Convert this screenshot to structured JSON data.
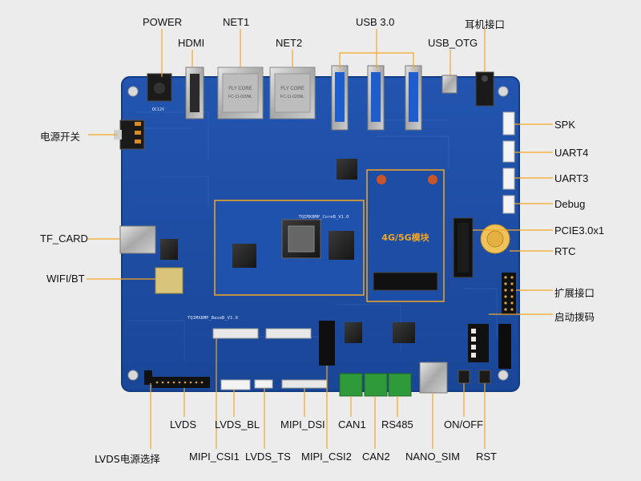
{
  "labels": {
    "power": "POWER",
    "hdmi": "HDMI",
    "net1": "NET1",
    "net2": "NET2",
    "usb3": "USB 3.0",
    "usb_otg": "USB_OTG",
    "earphone": "耳机接口",
    "power_switch": "电源开关",
    "spk": "SPK",
    "uart4": "UART4",
    "uart3": "UART3",
    "debug": "Debug",
    "tf_card": "TF_CARD",
    "wifi_bt": "WIFI/BT",
    "pcie": "PCIE3.0x1",
    "rtc": "RTC",
    "expansion": "扩展接口",
    "boot_dip": "启动拨码",
    "lvds": "LVDS",
    "lvds_bl": "LVDS_BL",
    "mipi_dsi": "MIPI_DSI",
    "can1": "CAN1",
    "rs485": "RS485",
    "on_off": "ON/OFF",
    "lvds_power_select": "LVDS电源选择",
    "mipi_csi1": "MIPI_CSI1",
    "lvds_ts": "LVDS_TS",
    "mipi_csi2": "MIPI_CSI2",
    "can2": "CAN2",
    "nano_sim": "NANO_SIM",
    "rst": "RST"
  },
  "board": {
    "module_label": "4G/5G模块",
    "core_silkscreen": "TQIMX8MP_CoreB_V1.0",
    "base_silkscreen": "TQIMX8MP_BaseB_V1.0",
    "dc_marking": "DC12V",
    "net_jack_text": "FLY CORE",
    "net_jack_part": "FC-11-020NL"
  },
  "colors": {
    "pcb": "#1f4fa8",
    "pcb_dark": "#173e88",
    "callout": "#f5a623",
    "background": "#ececec"
  }
}
